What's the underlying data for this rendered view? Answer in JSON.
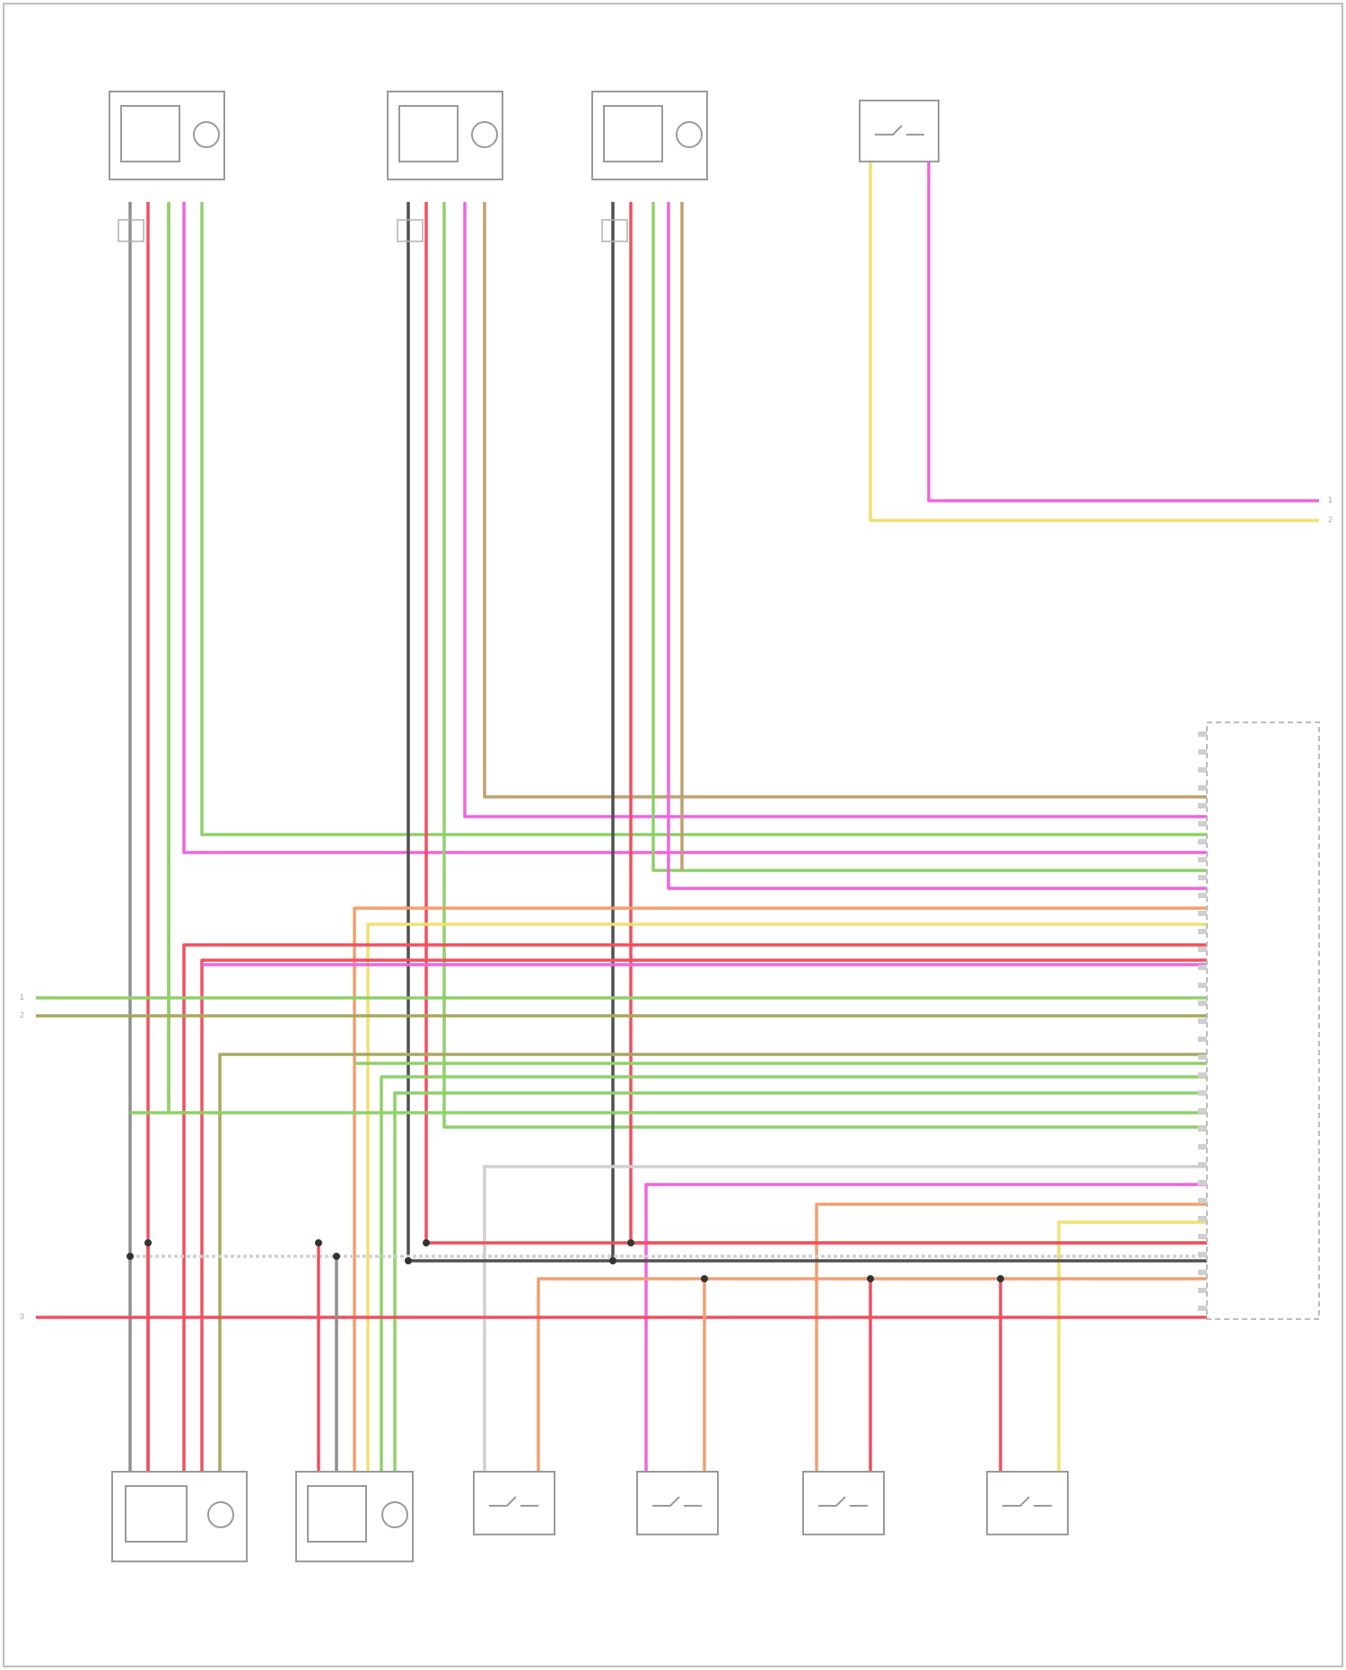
{
  "footer": "",
  "components": {
    "top_1": [
      "",
      "",
      "",
      ""
    ],
    "top_2": [
      "",
      "",
      "",
      "",
      ""
    ],
    "top_3": [
      "",
      "",
      "",
      ""
    ],
    "top_4": [
      "",
      "",
      "",
      "",
      "",
      ""
    ],
    "module": [
      "",
      "",
      "",
      ""
    ],
    "bottom_1": [
      "",
      "",
      "",
      "",
      ""
    ],
    "bottom_2": [
      "",
      "",
      "",
      ""
    ],
    "sensor_1": [
      "",
      "",
      "",
      "",
      "",
      ""
    ],
    "sensor_2": [
      "",
      "",
      "",
      "",
      "",
      ""
    ],
    "sensor_3": [
      "",
      "",
      "",
      "",
      "",
      ""
    ],
    "sensor_4": [
      "",
      "",
      "",
      "",
      "",
      ""
    ]
  },
  "connectors": {
    "right_top": [
      "1",
      "2"
    ],
    "left": [
      "1",
      "2",
      "3"
    ]
  },
  "colors": {
    "gray": "#8f8f8f",
    "red": "#f05060",
    "green": "#8fd06a",
    "pink": "#ee66dd",
    "tan": "#c0a070",
    "yellow": "#f2e070",
    "orange": "#f0a070",
    "olive": "#a8a860",
    "dark": "#505050"
  }
}
